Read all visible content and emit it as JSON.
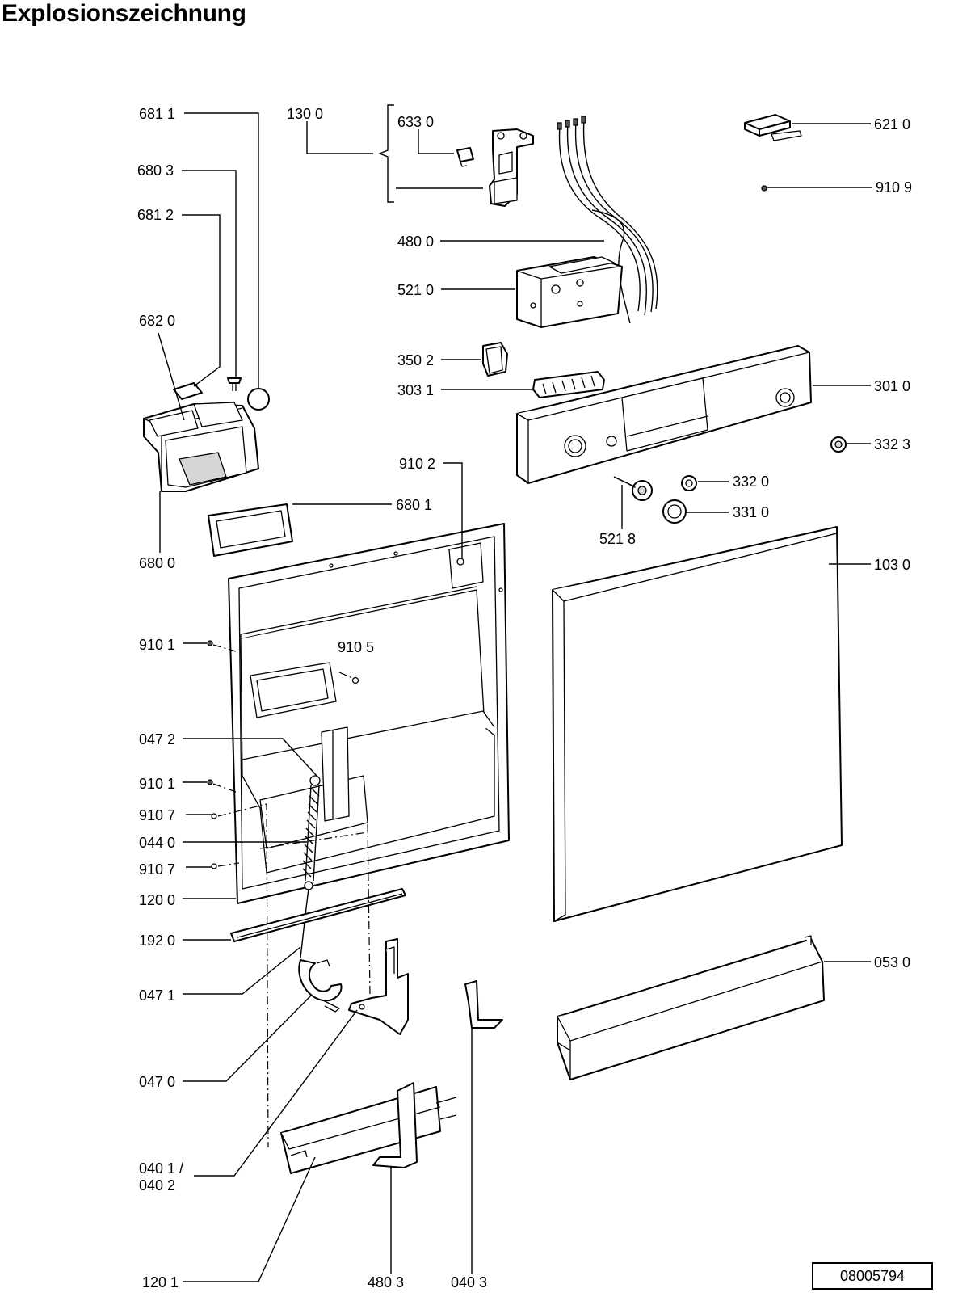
{
  "title": "Explosionszeichnung",
  "document_number": "08005794",
  "callouts": {
    "c6811": "681 1",
    "c1300": "130 0",
    "c6330": "633 0",
    "c6210": "621 0",
    "c6803": "680 3",
    "c9109": "910 9",
    "c6812": "681 2",
    "c4800": "480 0",
    "c5210": "521 0",
    "c6820": "682 0",
    "c3502": "350 2",
    "c3031": "303 1",
    "c3010": "301 0",
    "c3323": "332 3",
    "c9102": "910 2",
    "c3320": "332 0",
    "c6801": "680 1",
    "c3310": "331 0",
    "c5218": "521 8",
    "c6800": "680 0",
    "c1030": "103 0",
    "c9101a": "910 1",
    "c9105": "910 5",
    "c0472": "047 2",
    "c9101b": "910 1",
    "c9107a": "910 7",
    "c0440": "044 0",
    "c9107b": "910 7",
    "c1200": "120 0",
    "c1920": "192 0",
    "c0530": "053 0",
    "c0471": "047 1",
    "c0470": "047 0",
    "c0401a": "040 1 /",
    "c0401b": "040 2",
    "c1201": "120 1",
    "c4803": "480 3",
    "c0403": "040 3"
  }
}
